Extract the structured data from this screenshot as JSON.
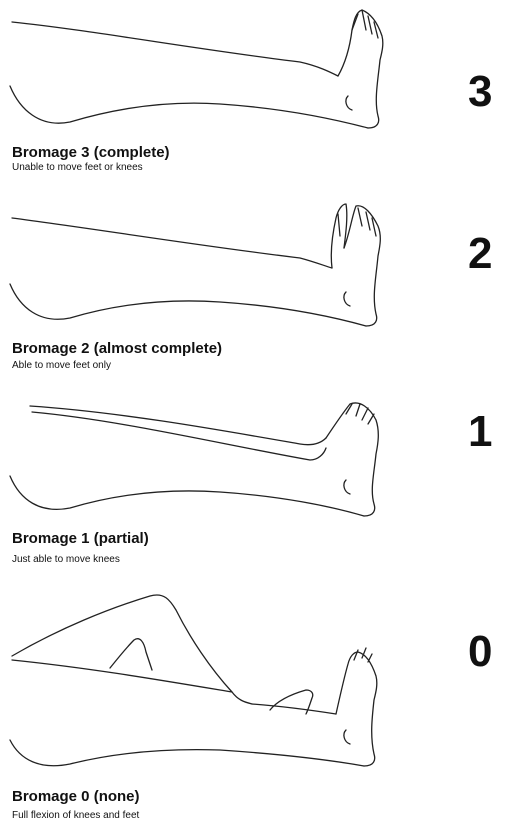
{
  "panels": [
    {
      "grade": "3",
      "title": "Bromage 3 (complete)",
      "description": "Unable to move feet or knees"
    },
    {
      "grade": "2",
      "title": "Bromage 2 (almost complete)",
      "description": "Able to move feet only"
    },
    {
      "grade": "1",
      "title": "Bromage 1 (partial)",
      "description": "Just able to move knees"
    },
    {
      "grade": "0",
      "title": "Bromage 0 (none)",
      "description": "Full flexion of knees and feet"
    }
  ]
}
